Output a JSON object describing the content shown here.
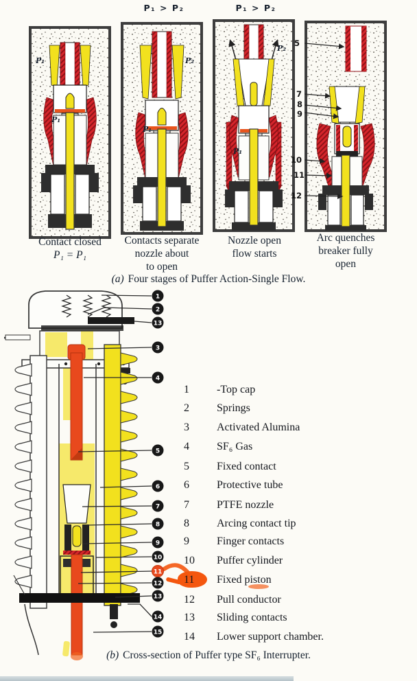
{
  "figure_a": {
    "header_labels": [
      "P₁ > P₂",
      "P₁ > P₂"
    ],
    "panels": [
      {
        "p_labels": [
          "P₁",
          "P₁"
        ],
        "caption_lines": [
          "Contact closed",
          "P₁ = P₁"
        ]
      },
      {
        "p_labels": [
          "P₂",
          "P₁"
        ],
        "caption_lines": [
          "Contacts separate",
          "nozzle about",
          "to open"
        ]
      },
      {
        "p_labels": [
          "P₂",
          "P₁"
        ],
        "caption_lines": [
          "Nozzle open",
          "flow starts"
        ]
      },
      {
        "p_labels": [],
        "callout_numbers": [
          "5",
          "7",
          "8",
          "9",
          "10",
          "11",
          "12"
        ],
        "caption_lines": [
          "Arc quenches",
          "breaker fully",
          "open"
        ]
      }
    ],
    "caption": {
      "label": "(a)",
      "text": "Four stages of Puffer Action-Single Flow."
    }
  },
  "figure_b": {
    "diagram_callouts": [
      "1",
      "2",
      "13",
      "3",
      "4",
      "5",
      "6",
      "7",
      "8",
      "9",
      "10",
      "11",
      "12",
      "13",
      "14",
      "15"
    ],
    "legend": [
      {
        "num": "1",
        "label": "-Top cap"
      },
      {
        "num": "2",
        "label": "Springs"
      },
      {
        "num": "3",
        "label": "Activated Alumina"
      },
      {
        "num": "4",
        "label": "SF₆  Gas"
      },
      {
        "num": "5",
        "label": "Fixed contact"
      },
      {
        "num": "6",
        "label": "Protective tube"
      },
      {
        "num": "7",
        "label": "PTFE nozzle"
      },
      {
        "num": "8",
        "label": "Arcing contact tip"
      },
      {
        "num": "9",
        "label": "Finger contacts"
      },
      {
        "num": "10",
        "label": "Puffer cylinder"
      },
      {
        "num": "11",
        "label": "Fixed piston"
      },
      {
        "num": "12",
        "label": "Pull conductor"
      },
      {
        "num": "13",
        "label": "Sliding contacts"
      },
      {
        "num": "14",
        "label": "Lower support chamber."
      }
    ],
    "caption": {
      "label": "(b)",
      "text": "Cross-section of Puffer type SF₆ Interrupter."
    }
  },
  "colors": {
    "print_red": "#d6252b",
    "part_yellow": "#f2e11e",
    "rod_orange": "#e8491d",
    "marker_orange": "#f4570f",
    "marker_yellow": "#f6e96b"
  }
}
